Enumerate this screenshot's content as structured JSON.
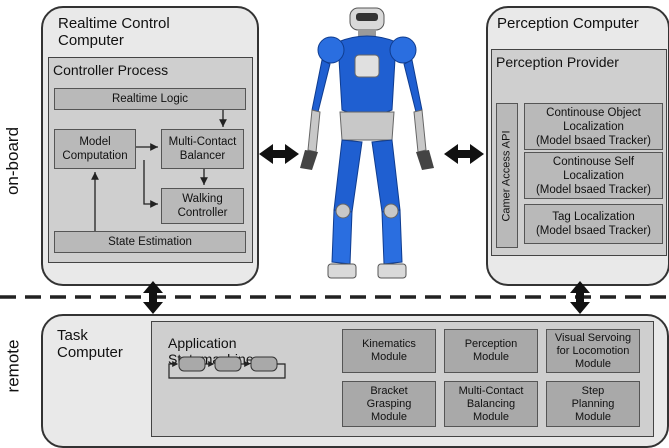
{
  "side_labels": {
    "onboard": "on-board",
    "remote": "remote"
  },
  "realtime": {
    "title_line1": "Realtime Control",
    "title_line2": "Computer",
    "process_title": "Controller Process",
    "realtime_logic": "Realtime Logic",
    "model_computation_l1": "Model",
    "model_computation_l2": "Computation",
    "multi_contact_l1": "Multi-Contact",
    "multi_contact_l2": "Balancer",
    "walking_l1": "Walking",
    "walking_l2": "Controller",
    "state_estimation": "State Estimation"
  },
  "perception": {
    "title": "Perception Computer",
    "provider_title": "Perception Provider",
    "api_label": "Camer Access API",
    "items": [
      {
        "l1": "Continouse Object",
        "l2": "Localization",
        "l3": "(Model bsaed Tracker)"
      },
      {
        "l1": "Continouse Self",
        "l2": "Localization",
        "l3": "(Model bsaed Tracker)"
      },
      {
        "l1": "Tag Localization",
        "l2": "(Model bsaed Tracker)",
        "l3": ""
      }
    ]
  },
  "task": {
    "title_line1": "Task",
    "title_line2": "Computer",
    "app_line1": "Application",
    "app_line2": "Statemachine",
    "modules": [
      {
        "l1": "Kinematics",
        "l2": "Module",
        "l3": ""
      },
      {
        "l1": "Perception",
        "l2": "Module",
        "l3": ""
      },
      {
        "l1": "Visual Servoing",
        "l2": "for Locomotion",
        "l3": "Module"
      },
      {
        "l1": "Bracket",
        "l2": "Grasping",
        "l3": "Module"
      },
      {
        "l1": "Multi-Contact",
        "l2": "Balancing",
        "l3": "Module"
      },
      {
        "l1": "Step",
        "l2": "Planning",
        "l3": "Module"
      }
    ]
  },
  "colors": {
    "robot_blue": "#1f5fd1",
    "robot_silver": "#c8c8c8",
    "panel_bg": "#e9e9e9"
  }
}
